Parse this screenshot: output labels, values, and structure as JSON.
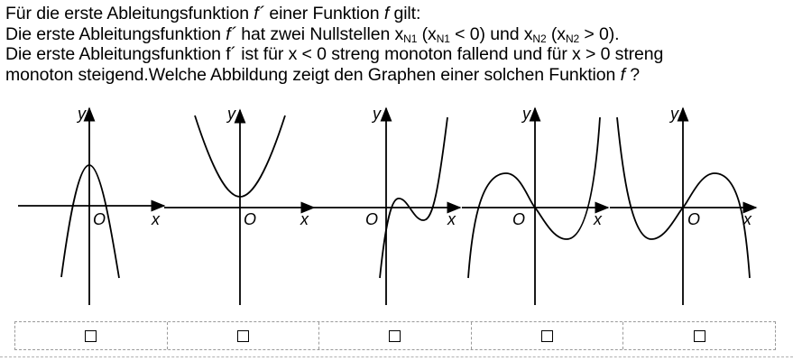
{
  "question": {
    "line1": {
      "a": "Für die erste Ableitungsfunktion ",
      "f1": "f´",
      "b": " einer Funktion ",
      "f2": "f",
      "c": " gilt:"
    },
    "line2": {
      "a": "Die erste Ableitungsfunktion ",
      "f1": "f´",
      "b": " hat zwei Nullstellen x",
      "s1": "N1",
      "c": " (x",
      "s2": "N1",
      "d": " < 0) und x",
      "s3": "N2",
      "e": " (x",
      "s4": "N2",
      "f": " > 0)."
    },
    "line3": "Die erste Ableitungsfunktion f´ ist für x < 0 streng monoton fallend und für x > 0 streng",
    "line4": {
      "a": "monoton steigend.Welche Abbildung zeigt den Graphen einer solchen Funktion ",
      "f": "f",
      "b": " ?"
    }
  },
  "graph_labels": {
    "y": "y",
    "x": "x",
    "origin": "O"
  },
  "graphs": [
    {
      "id": "A",
      "curve": "downward-parabola"
    },
    {
      "id": "B",
      "curve": "upward-parabola"
    },
    {
      "id": "C",
      "curve": "cubic-positive-right-shifted"
    },
    {
      "id": "D",
      "curve": "cubic-positive-symmetric"
    },
    {
      "id": "E",
      "curve": "cubic-negative-symmetric"
    }
  ],
  "answers": [
    {
      "id": "A",
      "symbol": "checkbox"
    },
    {
      "id": "B",
      "symbol": "checkbox"
    },
    {
      "id": "C",
      "symbol": "checkbox"
    },
    {
      "id": "D",
      "symbol": "checkbox"
    },
    {
      "id": "E",
      "symbol": "checkbox"
    }
  ],
  "colors": {
    "ink": "#000000",
    "dashed_border": "#9a9a9a"
  }
}
